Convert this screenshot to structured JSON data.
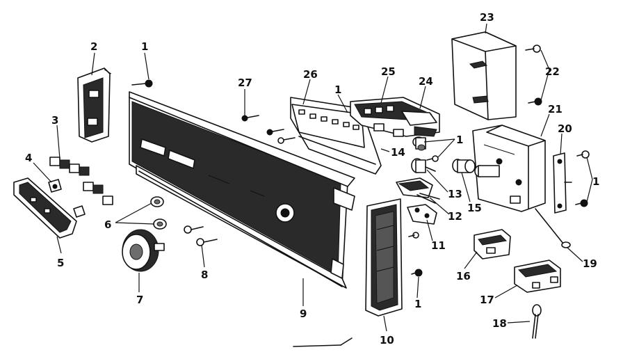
{
  "diagram": {
    "labels": {
      "l1a": "1",
      "l1b": "1",
      "l1c": "1",
      "l1d": "1",
      "l1e": "1",
      "l2": "2",
      "l3": "3",
      "l4": "4",
      "l5": "5",
      "l6": "6",
      "l7": "7",
      "l8": "8",
      "l9": "9",
      "l10": "10",
      "l11": "11",
      "l12": "12",
      "l13": "13",
      "l14": "14",
      "l15": "15",
      "l16": "16",
      "l17": "17",
      "l18": "18",
      "l19": "19",
      "l20": "20",
      "l21": "21",
      "l22": "22",
      "l23": "23",
      "l24": "24",
      "l25": "25",
      "l26": "26",
      "l27": "27"
    }
  }
}
